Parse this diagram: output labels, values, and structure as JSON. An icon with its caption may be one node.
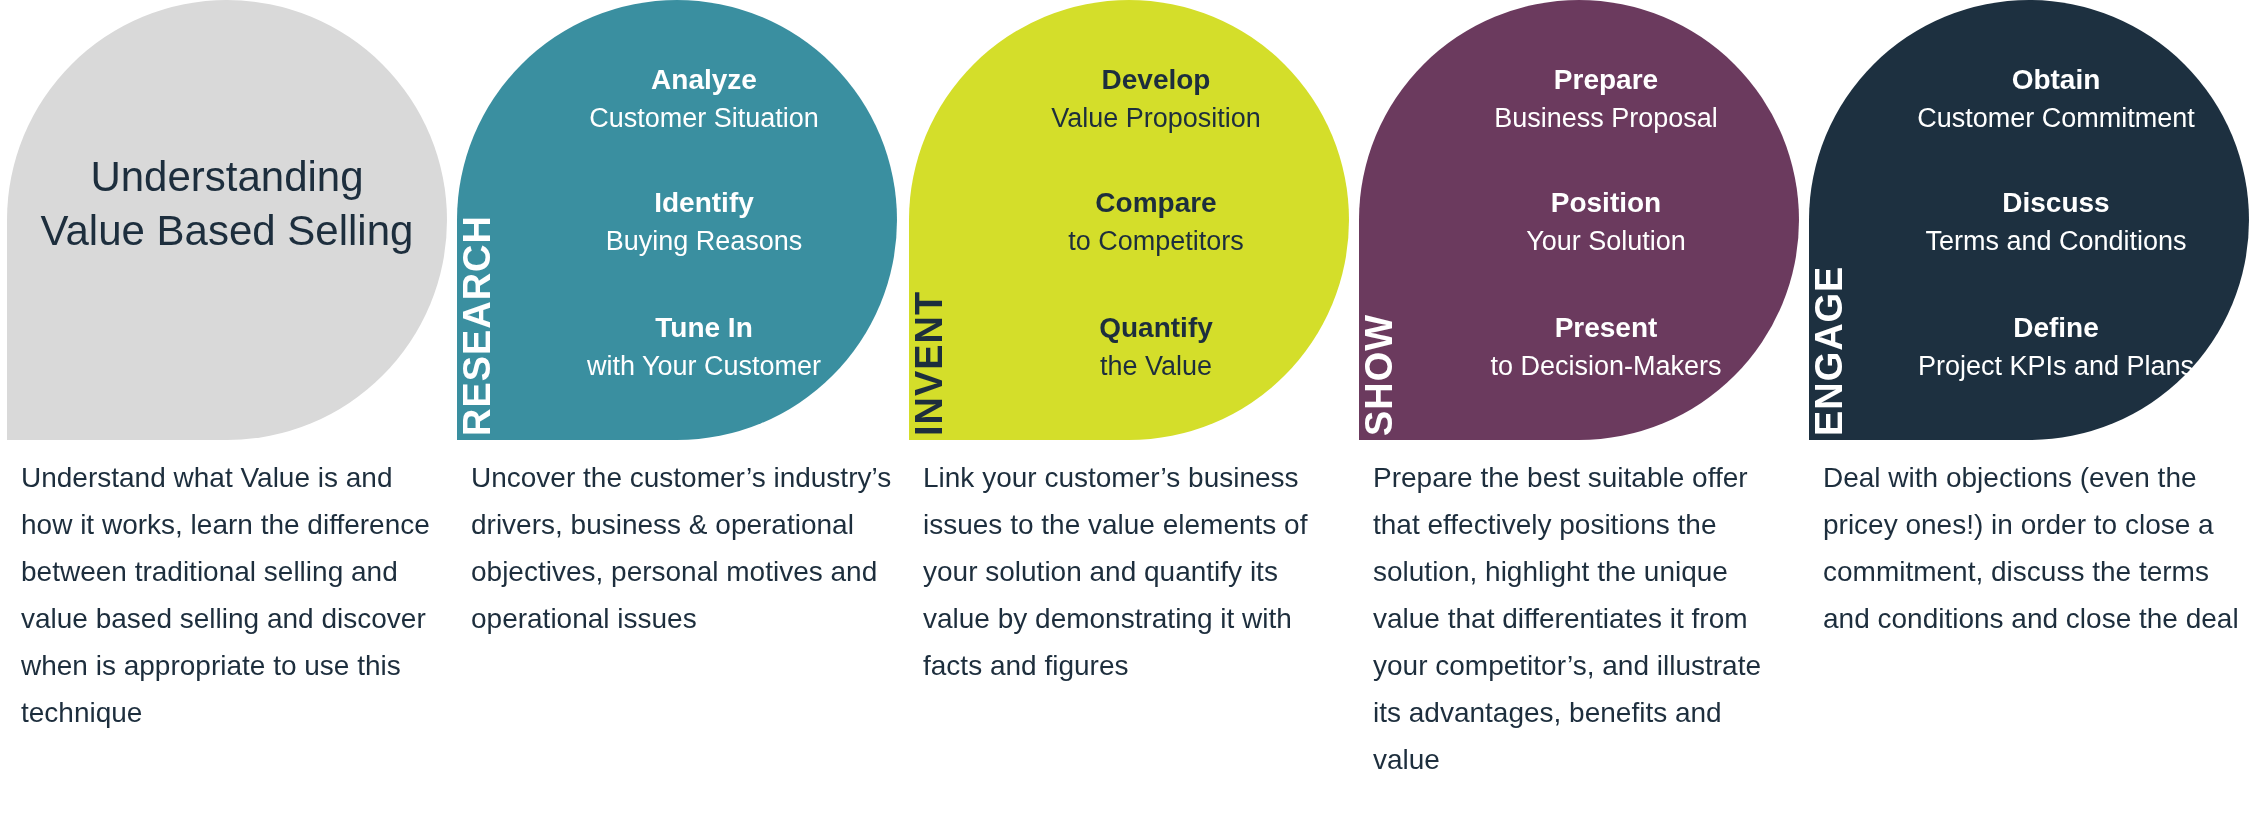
{
  "diagram": {
    "nodes": [
      {
        "text": [
          "Understanding Value Based Selling"
        ],
        "beside": [
          "Understand what Value is and how it works, learn the difference between traditional selling and value based selling and discover when is appropriate to use this technique"
        ]
      },
      {
        "text": [
          "RESEARCH",
          "Analyze",
          "Customer Situation",
          "Identify",
          "Buying Reasons",
          "Tune In",
          "with Your Customer"
        ],
        "beside": [
          "Uncover the customer’s industry’s drivers, business & operational objectives, personal motives and operational issues"
        ]
      },
      {
        "text": [
          "INVENT",
          "Develop",
          "Value Proposition",
          "Compare",
          "to Competitors",
          "Quantify",
          "the Value"
        ],
        "beside": [
          "Link your customer’s business issues to the value elements of your solution and quantify its value by demonstrating it with facts and figures"
        ]
      },
      {
        "text": [
          "SHOW",
          "Prepare",
          "Business Proposal",
          "Position",
          "Your Solution",
          "Present",
          "to Decision-Makers"
        ],
        "beside": [
          "Prepare the best suitable offer that effectively positions the solution, highlight the unique value that differentiates it from your competitor’s, and illustrate its advantages, benefits and value"
        ]
      },
      {
        "text": [
          "ENGAGE",
          "Obtain",
          "Customer Commitment",
          "Discuss",
          "Terms and Conditions",
          "Define",
          "Project KPIs and Plans"
        ],
        "beside": [
          "Deal with objections (even the pricey ones!) in order to close a commitment, discuss the terms and conditions and close the deal"
        ]
      }
    ]
  }
}
